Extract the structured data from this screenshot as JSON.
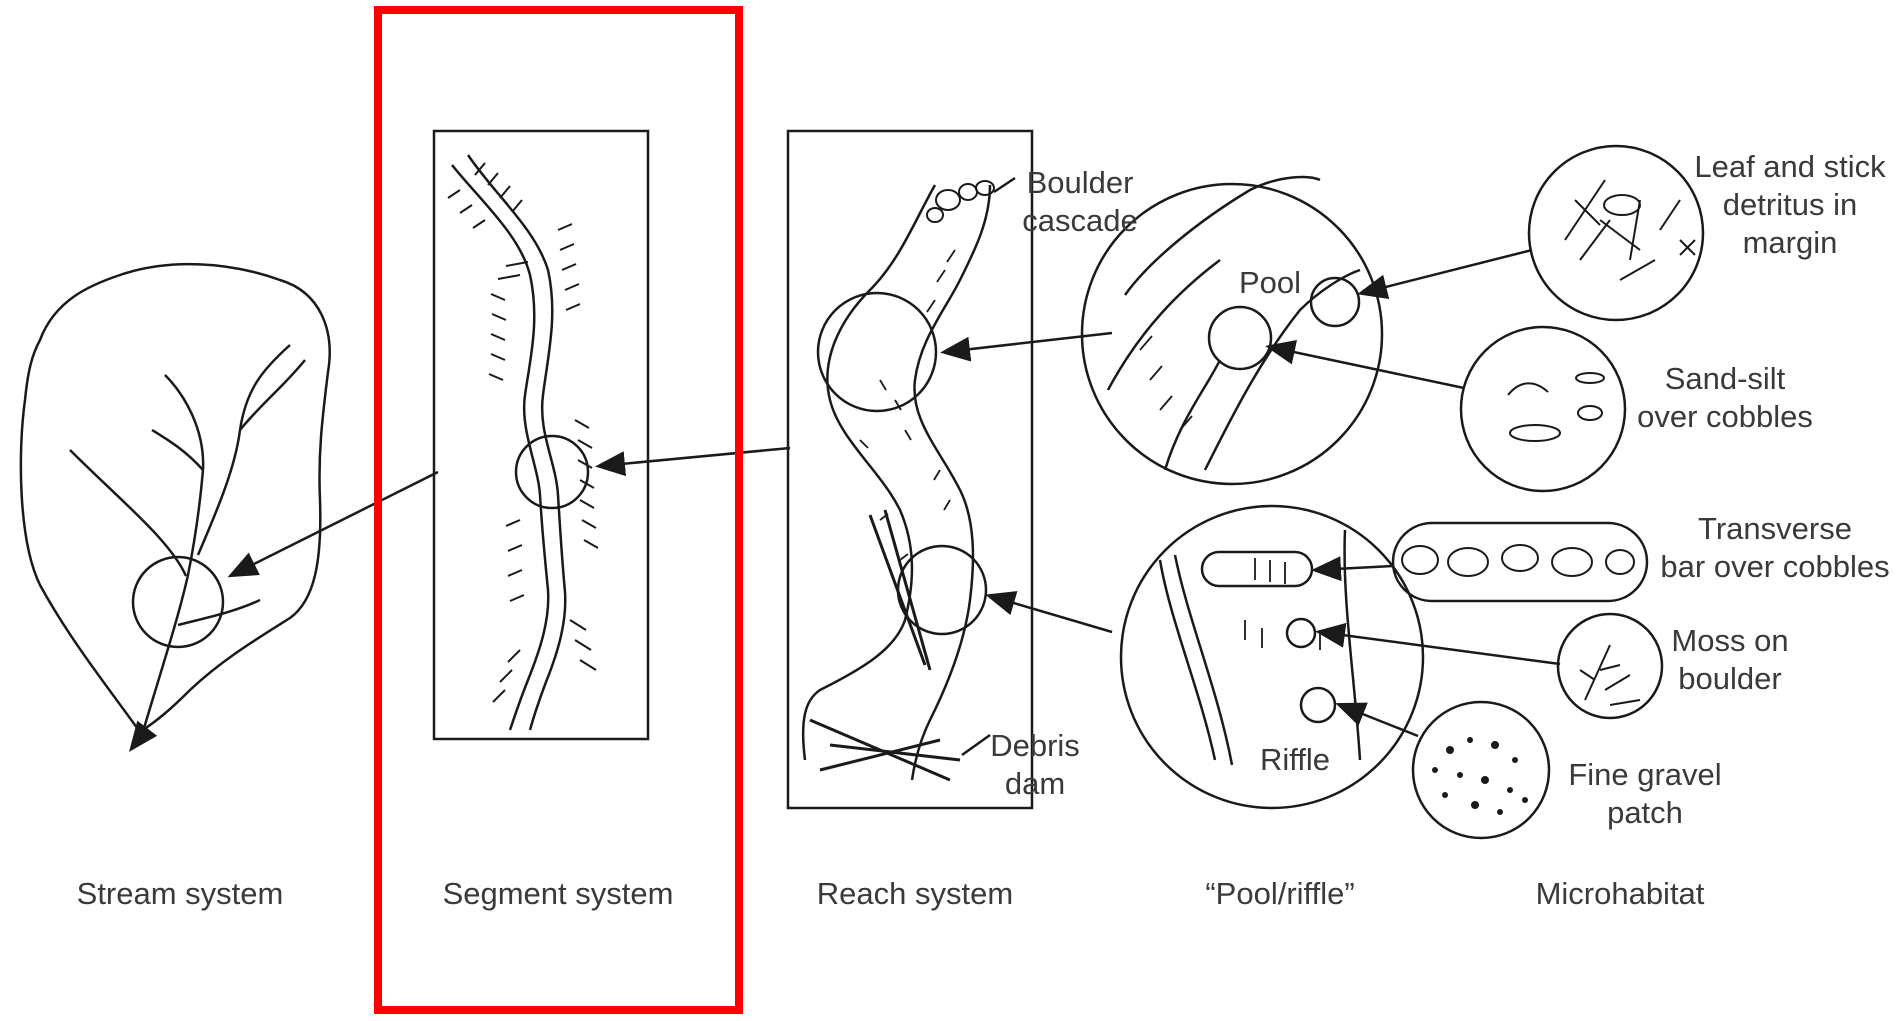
{
  "captions": {
    "stream": "Stream system",
    "segment": "Segment system",
    "reach": "Reach system",
    "pool_riffle": "“Pool/riffle”",
    "microhabitat": "Microhabitat"
  },
  "reach_labels": {
    "boulder_cascade": [
      "Boulder",
      "cascade"
    ],
    "debris_dam": [
      "Debris",
      "dam"
    ]
  },
  "poolriffle_labels": {
    "pool": "Pool",
    "riffle": "Riffle"
  },
  "microhabitat_labels": {
    "leaf_stick": [
      "Leaf and stick",
      "detritus in",
      "margin"
    ],
    "sand_silt": [
      "Sand-silt",
      "over cobbles"
    ],
    "transverse_bar": [
      "Transverse",
      "bar over cobbles"
    ],
    "moss": [
      "Moss on",
      "boulder"
    ],
    "fine_gravel": [
      "Fine gravel",
      "patch"
    ]
  },
  "colors": {
    "line": "#1a1a1a",
    "text": "#3a3a3a",
    "highlight": "#ff0000",
    "background": "#ffffff"
  }
}
